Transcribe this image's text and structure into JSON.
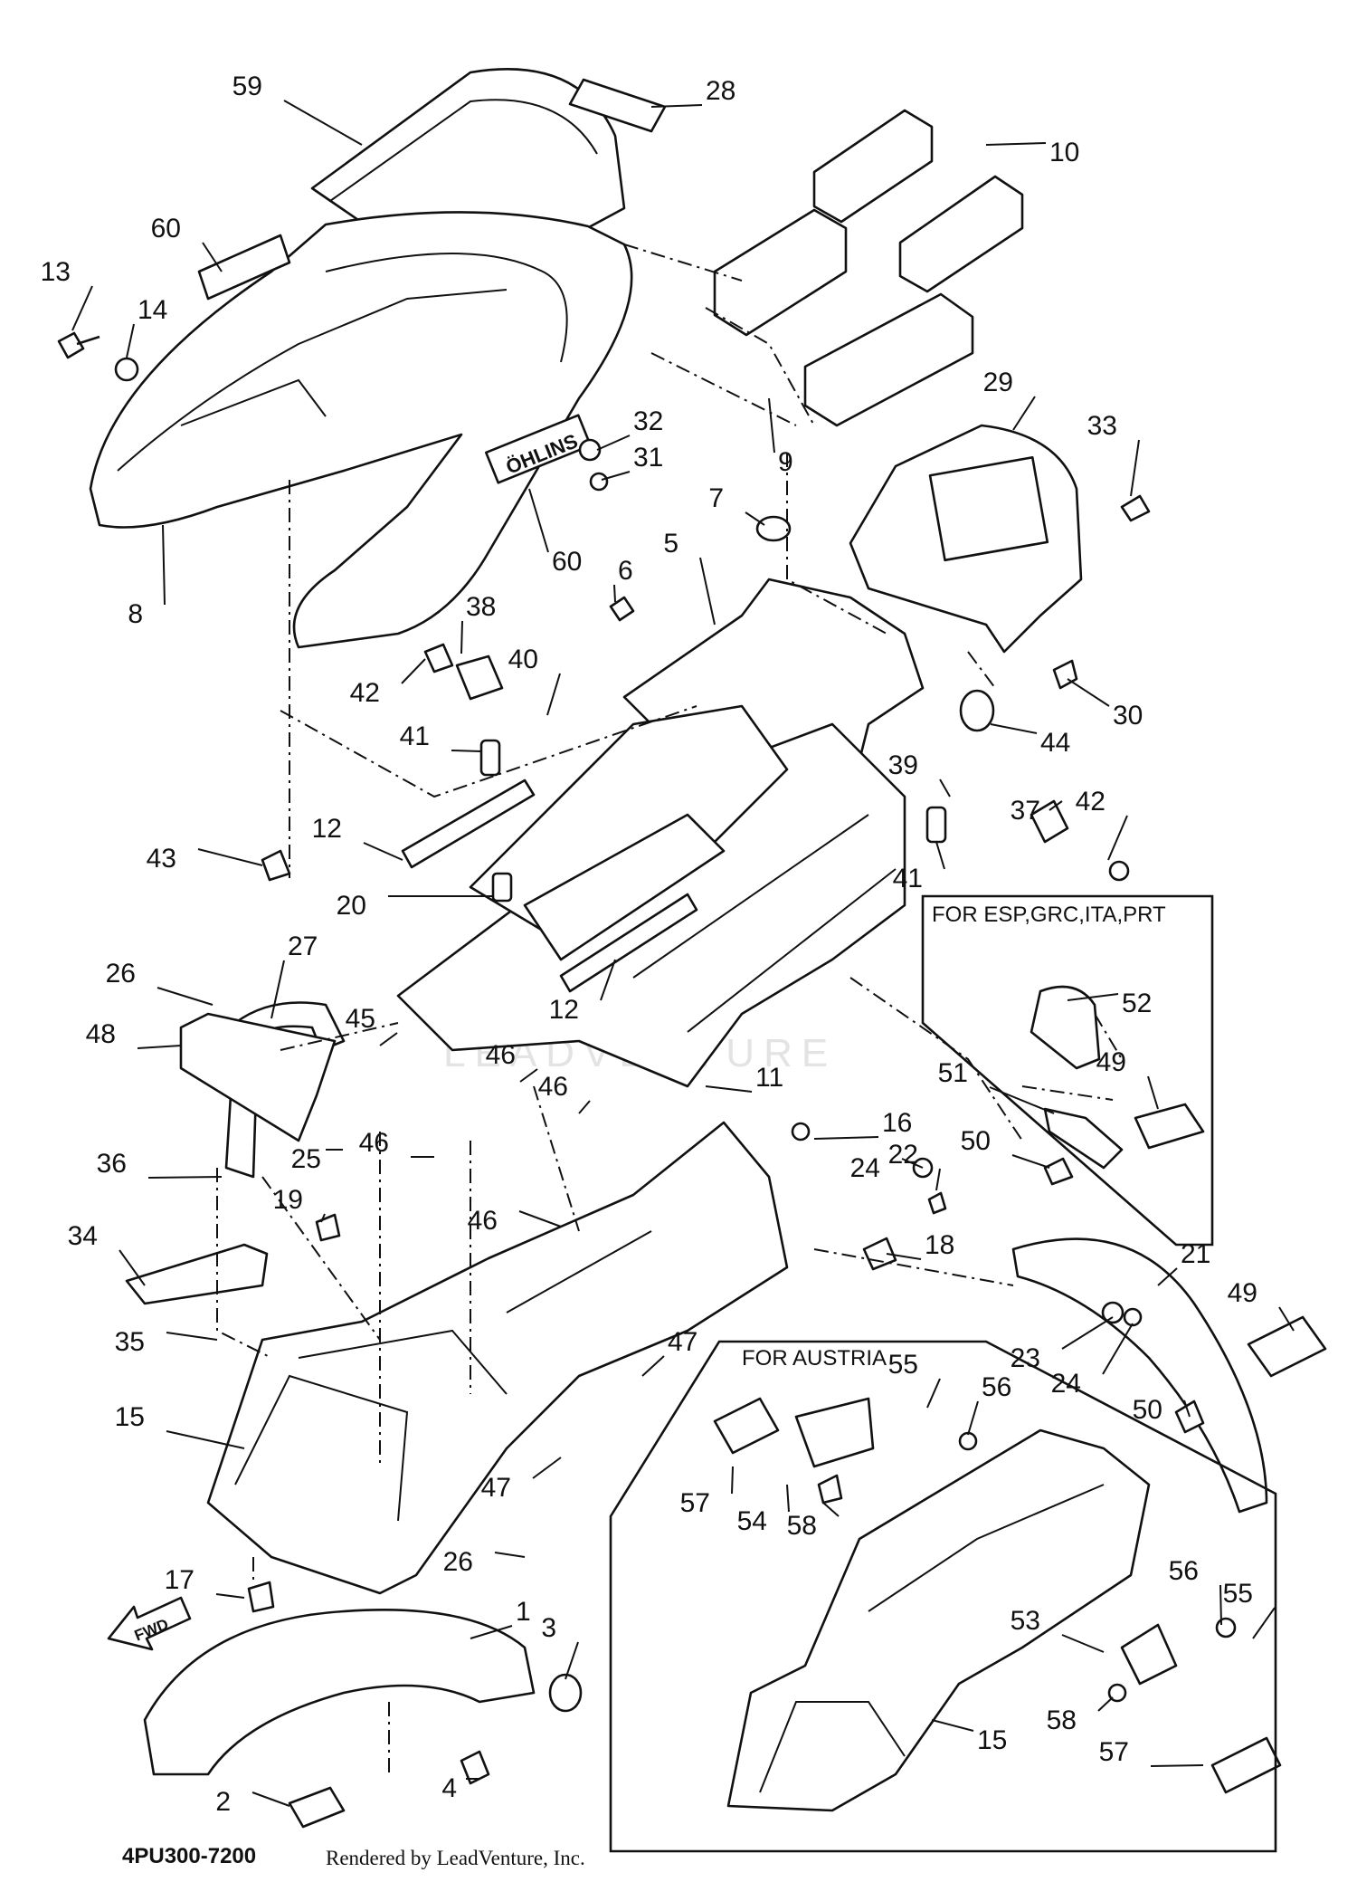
{
  "diagram": {
    "callouts": [
      {
        "id": "59",
        "label": "59"
      },
      {
        "id": "28",
        "label": "28"
      },
      {
        "id": "10",
        "label": "10"
      },
      {
        "id": "60a",
        "label": "60"
      },
      {
        "id": "13",
        "label": "13"
      },
      {
        "id": "14",
        "label": "14"
      },
      {
        "id": "8",
        "label": "8"
      },
      {
        "id": "32",
        "label": "32"
      },
      {
        "id": "31",
        "label": "31"
      },
      {
        "id": "60b",
        "label": "60"
      },
      {
        "id": "9",
        "label": "9"
      },
      {
        "id": "29",
        "label": "29"
      },
      {
        "id": "33",
        "label": "33"
      },
      {
        "id": "7",
        "label": "7"
      },
      {
        "id": "6",
        "label": "6"
      },
      {
        "id": "5",
        "label": "5"
      },
      {
        "id": "38",
        "label": "38"
      },
      {
        "id": "42a",
        "label": "42"
      },
      {
        "id": "40",
        "label": "40"
      },
      {
        "id": "41a",
        "label": "41"
      },
      {
        "id": "30",
        "label": "30"
      },
      {
        "id": "44",
        "label": "44"
      },
      {
        "id": "39",
        "label": "39"
      },
      {
        "id": "37",
        "label": "37"
      },
      {
        "id": "42b",
        "label": "42"
      },
      {
        "id": "41b",
        "label": "41"
      },
      {
        "id": "12a",
        "label": "12"
      },
      {
        "id": "43",
        "label": "43"
      },
      {
        "id": "20",
        "label": "20"
      },
      {
        "id": "12b",
        "label": "12"
      },
      {
        "id": "26a",
        "label": "26"
      },
      {
        "id": "27",
        "label": "27"
      },
      {
        "id": "48",
        "label": "48"
      },
      {
        "id": "45",
        "label": "45"
      },
      {
        "id": "46a",
        "label": "46"
      },
      {
        "id": "11",
        "label": "11"
      },
      {
        "id": "46b",
        "label": "46"
      },
      {
        "id": "25",
        "label": "25"
      },
      {
        "id": "46c",
        "label": "46"
      },
      {
        "id": "16",
        "label": "16"
      },
      {
        "id": "24a",
        "label": "24"
      },
      {
        "id": "22",
        "label": "22"
      },
      {
        "id": "36",
        "label": "36"
      },
      {
        "id": "46d",
        "label": "46"
      },
      {
        "id": "18",
        "label": "18"
      },
      {
        "id": "34",
        "label": "34"
      },
      {
        "id": "19",
        "label": "19"
      },
      {
        "id": "21",
        "label": "21"
      },
      {
        "id": "49a",
        "label": "49"
      },
      {
        "id": "35",
        "label": "35"
      },
      {
        "id": "47a",
        "label": "47"
      },
      {
        "id": "23",
        "label": "23"
      },
      {
        "id": "24b",
        "label": "24"
      },
      {
        "id": "15a",
        "label": "15"
      },
      {
        "id": "55a",
        "label": "55"
      },
      {
        "id": "56a",
        "label": "56"
      },
      {
        "id": "50a",
        "label": "50"
      },
      {
        "id": "57a",
        "label": "57"
      },
      {
        "id": "54",
        "label": "54"
      },
      {
        "id": "58a",
        "label": "58"
      },
      {
        "id": "47b",
        "label": "47"
      },
      {
        "id": "26b",
        "label": "26"
      },
      {
        "id": "17",
        "label": "17"
      },
      {
        "id": "1",
        "label": "1"
      },
      {
        "id": "3",
        "label": "3"
      },
      {
        "id": "56b",
        "label": "56"
      },
      {
        "id": "55b",
        "label": "55"
      },
      {
        "id": "53",
        "label": "53"
      },
      {
        "id": "58b",
        "label": "58"
      },
      {
        "id": "15b",
        "label": "15"
      },
      {
        "id": "57b",
        "label": "57"
      },
      {
        "id": "4",
        "label": "4"
      },
      {
        "id": "2",
        "label": "2"
      },
      {
        "id": "52",
        "label": "52"
      },
      {
        "id": "49b",
        "label": "49"
      },
      {
        "id": "51",
        "label": "51"
      },
      {
        "id": "50b",
        "label": "50"
      }
    ],
    "inset_esp": {
      "title": "FOR ESP,GRC,ITA,PRT"
    },
    "inset_austria": {
      "title": "FOR AUSTRIA"
    },
    "decal_text": "ÖHLINS",
    "fwd_arrow": "FWD",
    "watermark": "LEADVENTURE"
  },
  "footer": {
    "code": "4PU300-7200",
    "credit": "Rendered by LeadVenture, Inc."
  }
}
